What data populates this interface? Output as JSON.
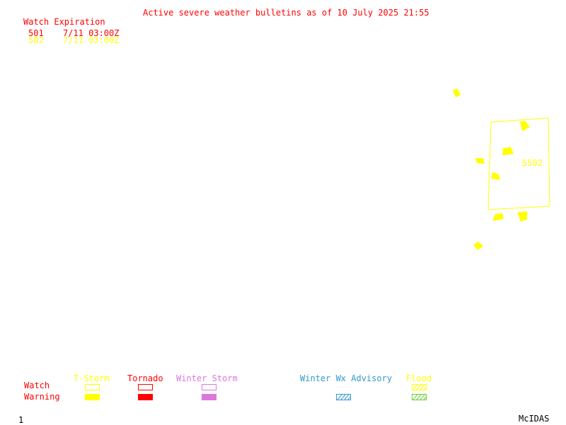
{
  "header": {
    "title": "Active severe weather bulletins as of 10 July 2025 21:55",
    "watch_expiration_label": "Watch Expiration",
    "watches": [
      {
        "id": "501",
        "expires": "7/11 03:00Z",
        "color": "#ff0000"
      },
      {
        "id": "502",
        "expires": "7/11 03:00Z",
        "color": "#ffff00"
      }
    ]
  },
  "map": {
    "watch_box_label": "S502",
    "watch_box_color": "#ffff00",
    "warning_fill_color": "#ffff00"
  },
  "legend": {
    "row_labels": {
      "watch": "Watch",
      "warning": "Warning"
    },
    "columns": [
      {
        "label": "T-Storm",
        "color": "#ffff00",
        "style": "solid"
      },
      {
        "label": "Tornado",
        "color": "#ff0000",
        "style": "solid"
      },
      {
        "label": "Winter Storm",
        "color": "#dd77dd",
        "style": "solid"
      },
      {
        "label": "Winter Wx Advisory",
        "color": "#3399cc",
        "style": "hatched"
      },
      {
        "label": "Flood",
        "color": "#66cc33",
        "style": "hatched"
      }
    ]
  },
  "footer": {
    "frame_number": "1",
    "software": "McIDAS"
  }
}
